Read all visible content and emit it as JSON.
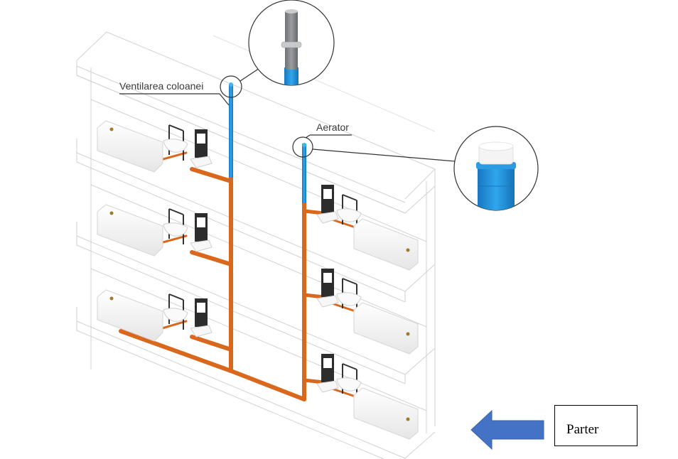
{
  "diagram": {
    "title": "Drainage stack ventilation diagram",
    "labels": {
      "stack_vent": "Ventilarea coloanei",
      "aerator": "Aerator",
      "ground_floor": "Parter"
    },
    "floors": [
      {
        "name": "floor-3",
        "left_fixtures": [
          "bathtub",
          "sink",
          "wall-toilet"
        ],
        "right_fixtures": [
          "wall-toilet",
          "sink",
          "bathtub"
        ]
      },
      {
        "name": "floor-2",
        "left_fixtures": [
          "bathtub",
          "sink",
          "wall-toilet"
        ],
        "right_fixtures": [
          "wall-toilet",
          "sink",
          "bathtub"
        ]
      },
      {
        "name": "floor-1",
        "left_fixtures": [
          "bathtub",
          "sink",
          "wall-toilet"
        ],
        "right_fixtures": [
          "wall-toilet",
          "sink",
          "bathtub"
        ]
      }
    ],
    "stacks": [
      {
        "name": "vented-stack",
        "termination": "stack-vent",
        "detail": "grey vent pipe with collar on blue pipe"
      },
      {
        "name": "aerated-stack",
        "termination": "air-admittance-valve",
        "detail": "white cap on blue pipe"
      }
    ],
    "arrow": {
      "direction": "left",
      "points_to": "ground floor"
    },
    "colors": {
      "drain_pipe": "#d9681c",
      "vent_pipe": "#1f8fd6",
      "vent_cap_grey": "#8a8d90",
      "aerator_cap": "#f2f2f2",
      "arrow_fill": "#4472c4",
      "building_lines": "#cfcfcf",
      "callout_border": "#333333"
    }
  }
}
